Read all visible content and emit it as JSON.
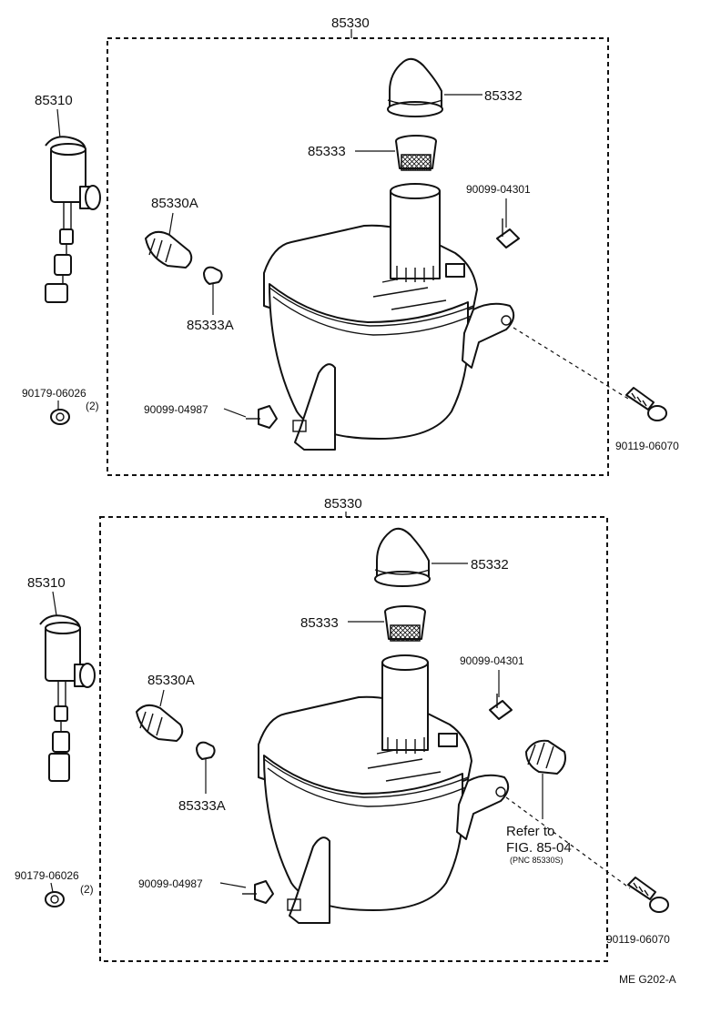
{
  "panels": [
    {
      "assembly": "85330",
      "labels": {
        "pump": "85310",
        "cap": "85332",
        "strainer": "85333",
        "grommet": "85330A",
        "strainer_small": "85333A",
        "screw": "90099-04301",
        "clip": "90099-04987",
        "nut": "90179-06026",
        "nut_qty": "(2)",
        "bolt": "90119-06070"
      }
    },
    {
      "assembly": "85330",
      "labels": {
        "pump": "85310",
        "cap": "85332",
        "strainer": "85333",
        "grommet": "85330A",
        "strainer_small": "85333A",
        "screw": "90099-04301",
        "clip": "90099-04987",
        "nut": "90179-06026",
        "nut_qty": "(2)",
        "bolt": "90119-06070",
        "refer_line1": "Refer to",
        "refer_line2": "FIG. 85-04",
        "refer_line3": "(PNC 85330S)"
      }
    }
  ],
  "footer": "ME  G202-A"
}
